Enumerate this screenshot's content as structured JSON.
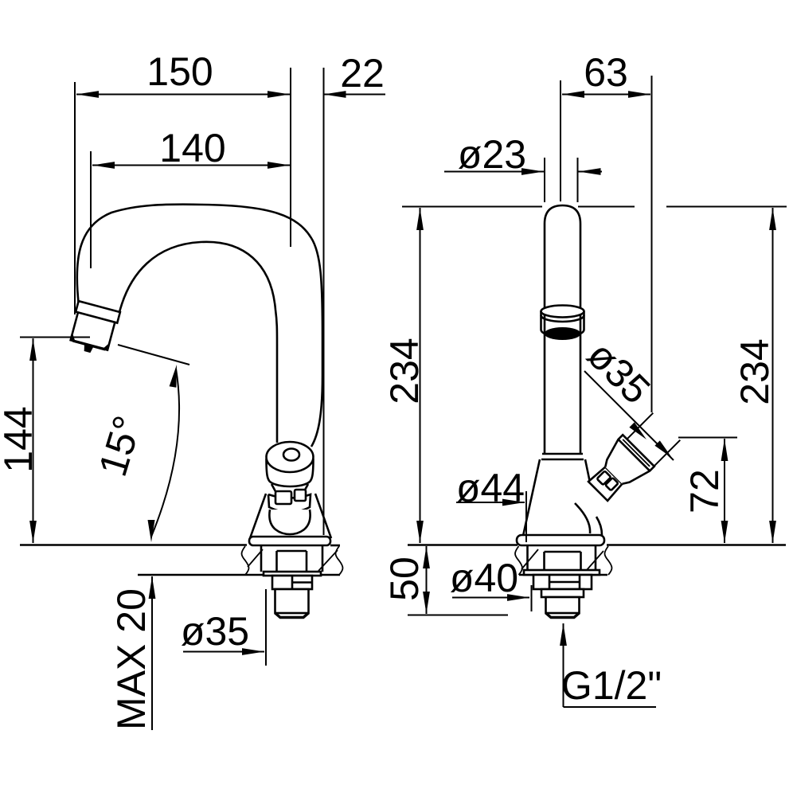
{
  "drawing": {
    "title": "faucet-dimension-drawing",
    "line_color": "#000000",
    "background_color": "#ffffff",
    "views": {
      "left": "side-view",
      "right": "front-view"
    },
    "labels": {
      "reach": "150",
      "spout_reach": "140",
      "rear_offset": "22",
      "spout_height": "144",
      "spout_angle": "15°",
      "max_deck_thickness": "MAX 20",
      "deck_hole_dia": "ø35",
      "handle_offset": "63",
      "spout_tube_dia": "ø23",
      "total_height_left": "234",
      "total_height_right": "234",
      "handle_dia": "ø35",
      "handle_top_height": "72",
      "body_dia": "ø44",
      "base_dia": "ø40",
      "under_deck_length": "50",
      "thread": "G1/2\""
    }
  }
}
